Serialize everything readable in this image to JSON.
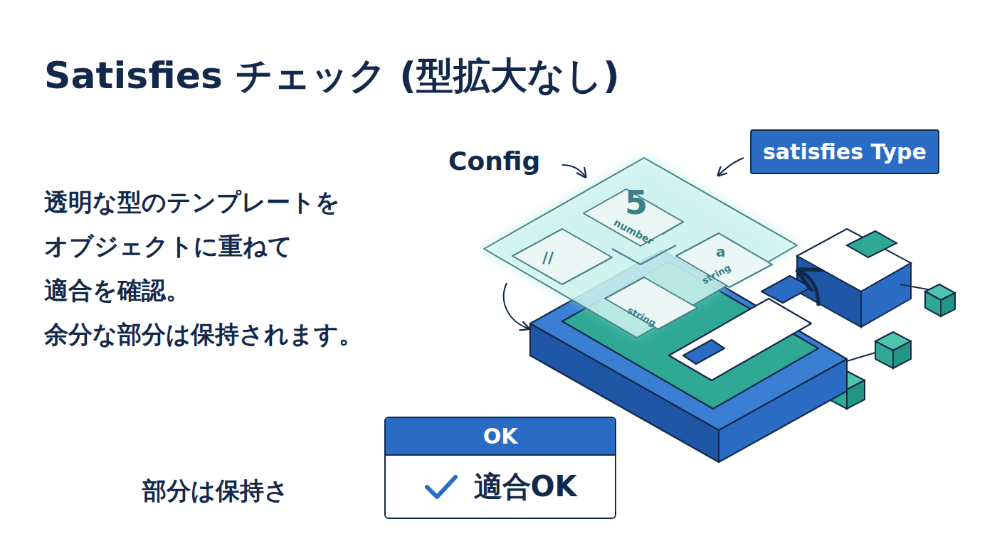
{
  "diagram": {
    "title": "Satisfies チェック (型拡大なし)",
    "nodes": [
      {
        "text": [
          "satisfies Type"
        ]
      },
      {
        "text": [
          "OK",
          "適合OK"
        ]
      }
    ],
    "labels": [
      "透明な型のテンプレートを",
      "オブジェクトに重ねて",
      "適合を確認。",
      "余分な部分は保持されます。",
      "Config",
      "5",
      "number",
      "a",
      "string",
      "string",
      "//",
      "部分は保持さ"
    ]
  }
}
